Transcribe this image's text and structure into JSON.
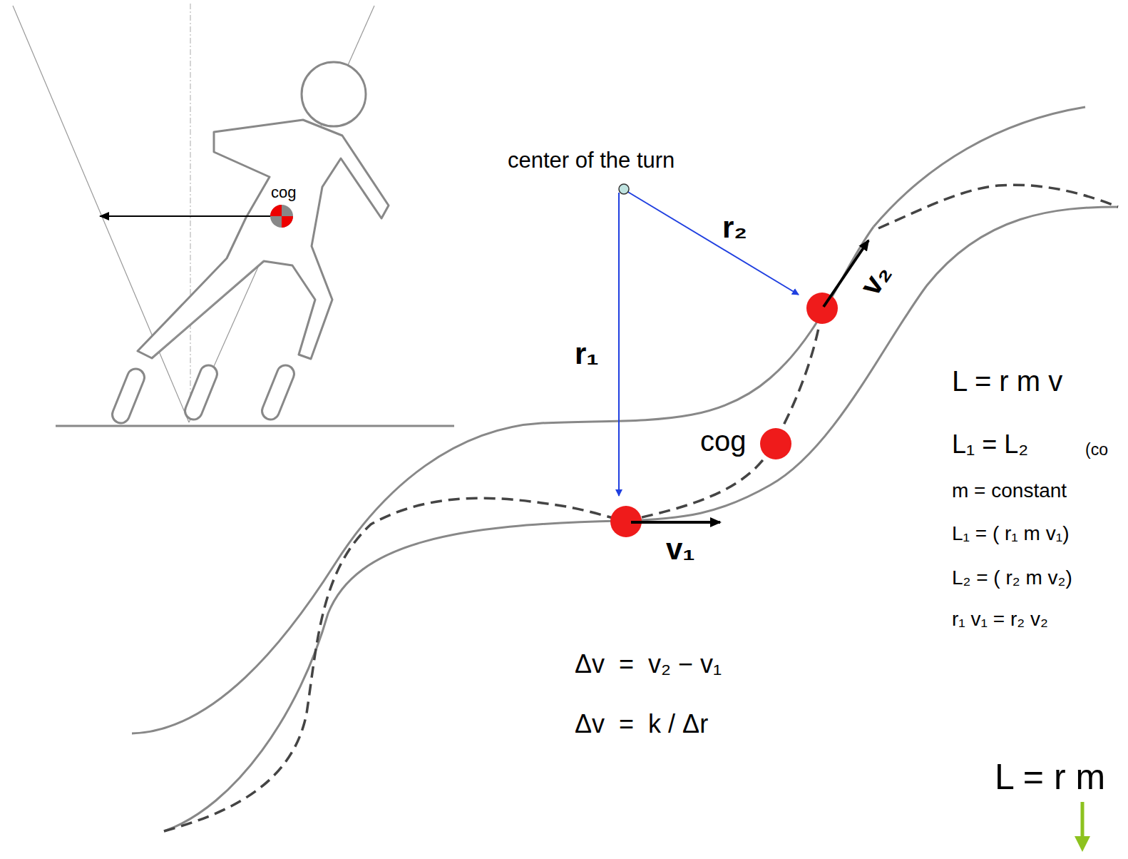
{
  "diagram": {
    "labels": [
      "cog",
      "center of the turn",
      "r₂",
      "r₁",
      "v₂",
      "v₁",
      "cog",
      "L = r m v",
      "L₁ = L₂",
      "(co",
      "m = constant",
      "L₁ = ( r₁ m v₁)",
      "L₂ = ( r₂ m v₂)",
      "r₁ v₁ = r₂ v₂",
      "Δv  =  v₂ − v₁",
      "Δv  =  k / Δr",
      "L = r m"
    ]
  }
}
